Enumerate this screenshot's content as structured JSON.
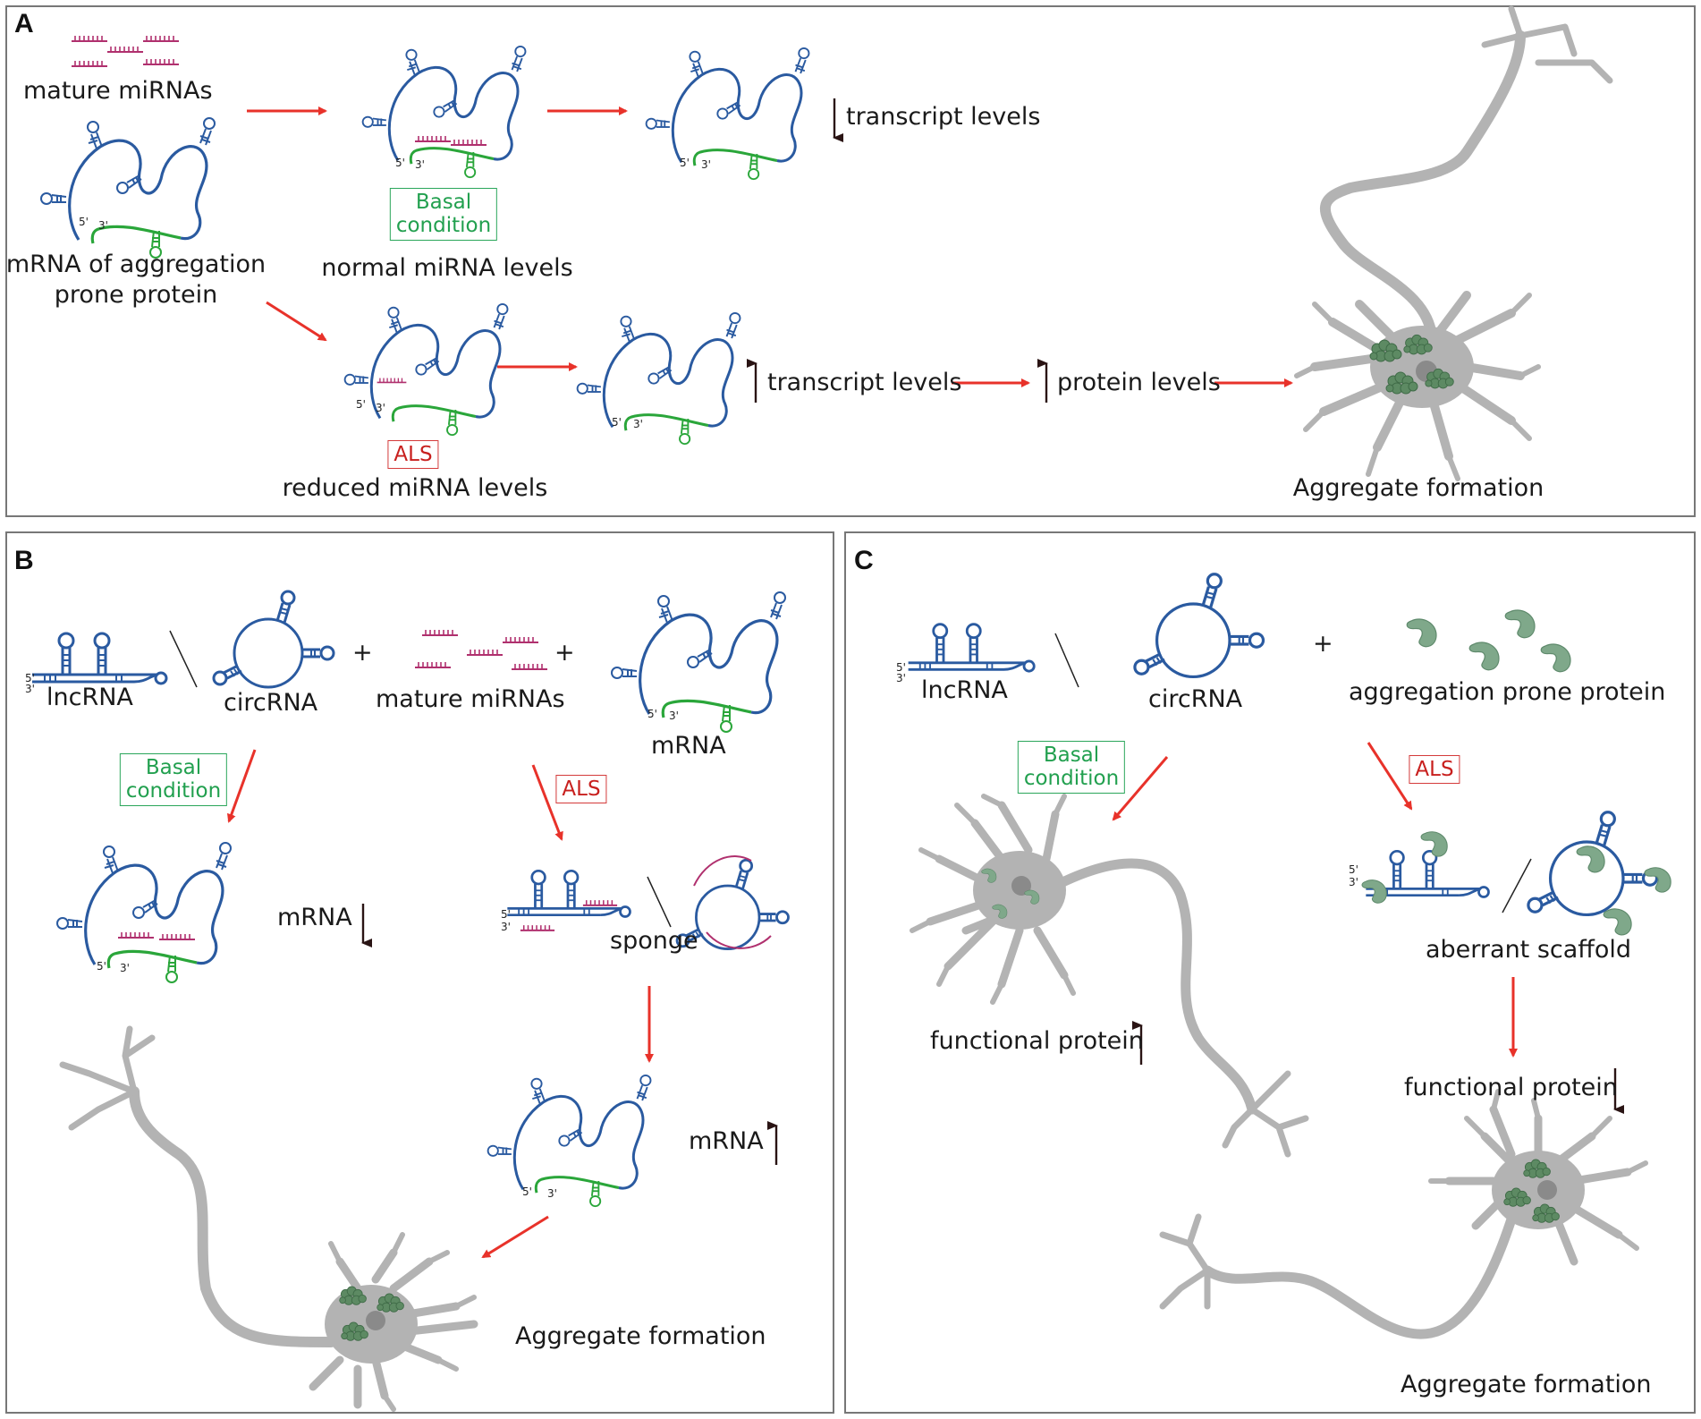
{
  "panels": {
    "A": {
      "letter": "A",
      "mature_mirnas": "mature miRNAs",
      "mrna_label_line1": "mRNA of aggregation",
      "mrna_label_line2": "prone protein",
      "basal_line1": "Basal",
      "basal_line2": "condition",
      "normal_levels": "normal miRNA levels",
      "transcript_down": "transcript levels",
      "als": "ALS",
      "reduced_levels": "reduced miRNA levels",
      "transcript_up": "transcript levels",
      "protein_up": "protein levels",
      "aggregate": "Aggregate formation"
    },
    "B": {
      "letter": "B",
      "lncrna": "lncRNA",
      "circrna": "circRNA",
      "plus1": "+",
      "mature_mirnas": "mature miRNAs",
      "plus2": "+",
      "mrna": "mRNA",
      "basal_line1": "Basal",
      "basal_line2": "condition",
      "als": "ALS",
      "mrna_down": "mRNA",
      "sponge": "sponge",
      "mrna_up": "mRNA",
      "aggregate": "Aggregate formation"
    },
    "C": {
      "letter": "C",
      "lncrna": "lncRNA",
      "circrna": "circRNA",
      "plus": "+",
      "protein": "aggregation prone protein",
      "basal_line1": "Basal",
      "basal_line2": "condition",
      "als": "ALS",
      "scaffold": "aberrant scaffold",
      "functional_up": "functional protein",
      "functional_down": "functional protein",
      "aggregate": "Aggregate formation"
    }
  },
  "strand_labels": {
    "five_prime": "5'",
    "three_prime": "3'"
  },
  "colors": {
    "rna_blue": "#2a5aa0",
    "mrna_green": "#2aa63a",
    "mirna_magenta": "#b0306e",
    "arrow_red": "#e8322a",
    "neuron_gray": "#b3b3b3",
    "protein_green": "#7fa88a",
    "basal_green": "#22a04f",
    "als_red": "#c8201e"
  }
}
